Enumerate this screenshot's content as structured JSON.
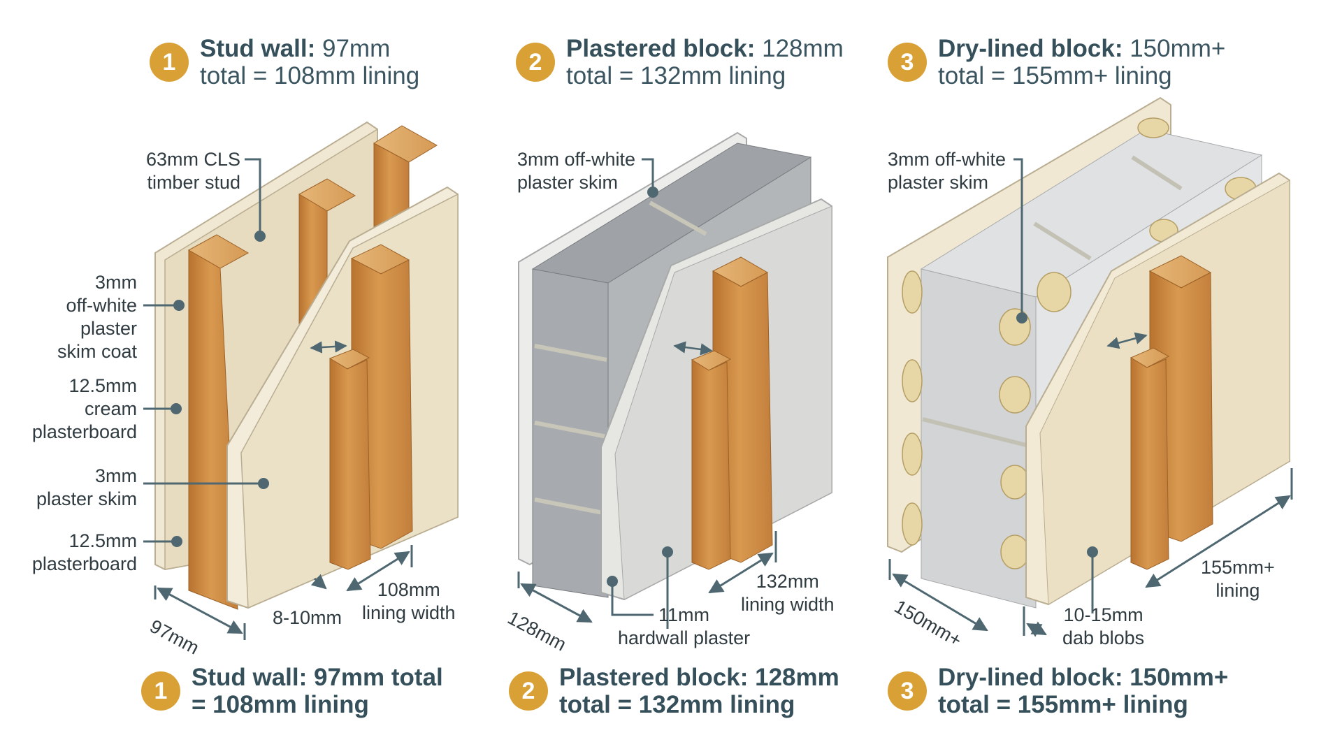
{
  "colors": {
    "accent": "#d9a035",
    "text": "#3b5560",
    "leader": "#4e6770",
    "timber": "#c98a45",
    "board": "#efe6cf",
    "block": "#a9acb0"
  },
  "panels": [
    {
      "num": "1",
      "header": {
        "bold": "Stud wall:",
        "rest": " 97mm",
        "line2": "total = 108mm lining"
      },
      "footer": {
        "line1": "Stud wall: 97mm total",
        "line2": "= 108mm lining"
      },
      "labels": {
        "stud_1": "63mm CLS",
        "stud_2": "timber stud",
        "skimcoat_1": "3mm",
        "skimcoat_2": "off-white",
        "skimcoat_3": "plaster",
        "skimcoat_4": "skim coat",
        "cream_1": "12.5mm",
        "cream_2": "cream",
        "cream_3": "plasterboard",
        "skim_1": "3mm",
        "skim_2": "plaster  skim",
        "board_1": "12.5mm",
        "board_2": "plasterboard",
        "dim_wall": "97mm",
        "dim_gap": "8-10mm",
        "dim_lining_1": "108mm",
        "dim_lining_2": "lining width"
      }
    },
    {
      "num": "2",
      "header": {
        "bold": "Plastered block:",
        "rest": " 128mm",
        "line2": "total = 132mm lining"
      },
      "footer": {
        "line1": "Plastered block: 128mm",
        "line2": "total = 132mm lining"
      },
      "labels": {
        "skim_1": "3mm off-white",
        "skim_2": "plaster skim",
        "dim_wall": "128mm",
        "hardwall_1": "11mm",
        "hardwall_2": "hardwall plaster",
        "dim_lining_1": "132mm",
        "dim_lining_2": "lining width"
      }
    },
    {
      "num": "3",
      "header": {
        "bold": "Dry-lined block:",
        "rest": " 150mm+",
        "line2": "total = 155mm+ lining"
      },
      "footer": {
        "line1": "Dry-lined block: 150mm+",
        "line2": "total = 155mm+ lining"
      },
      "labels": {
        "skim_1": "3mm off-white",
        "skim_2": "plaster skim",
        "dim_wall": "150mm+",
        "dab_1": "10-15mm",
        "dab_2": "dab blobs",
        "dim_lining_1": "155mm+",
        "dim_lining_2": "lining"
      }
    }
  ]
}
